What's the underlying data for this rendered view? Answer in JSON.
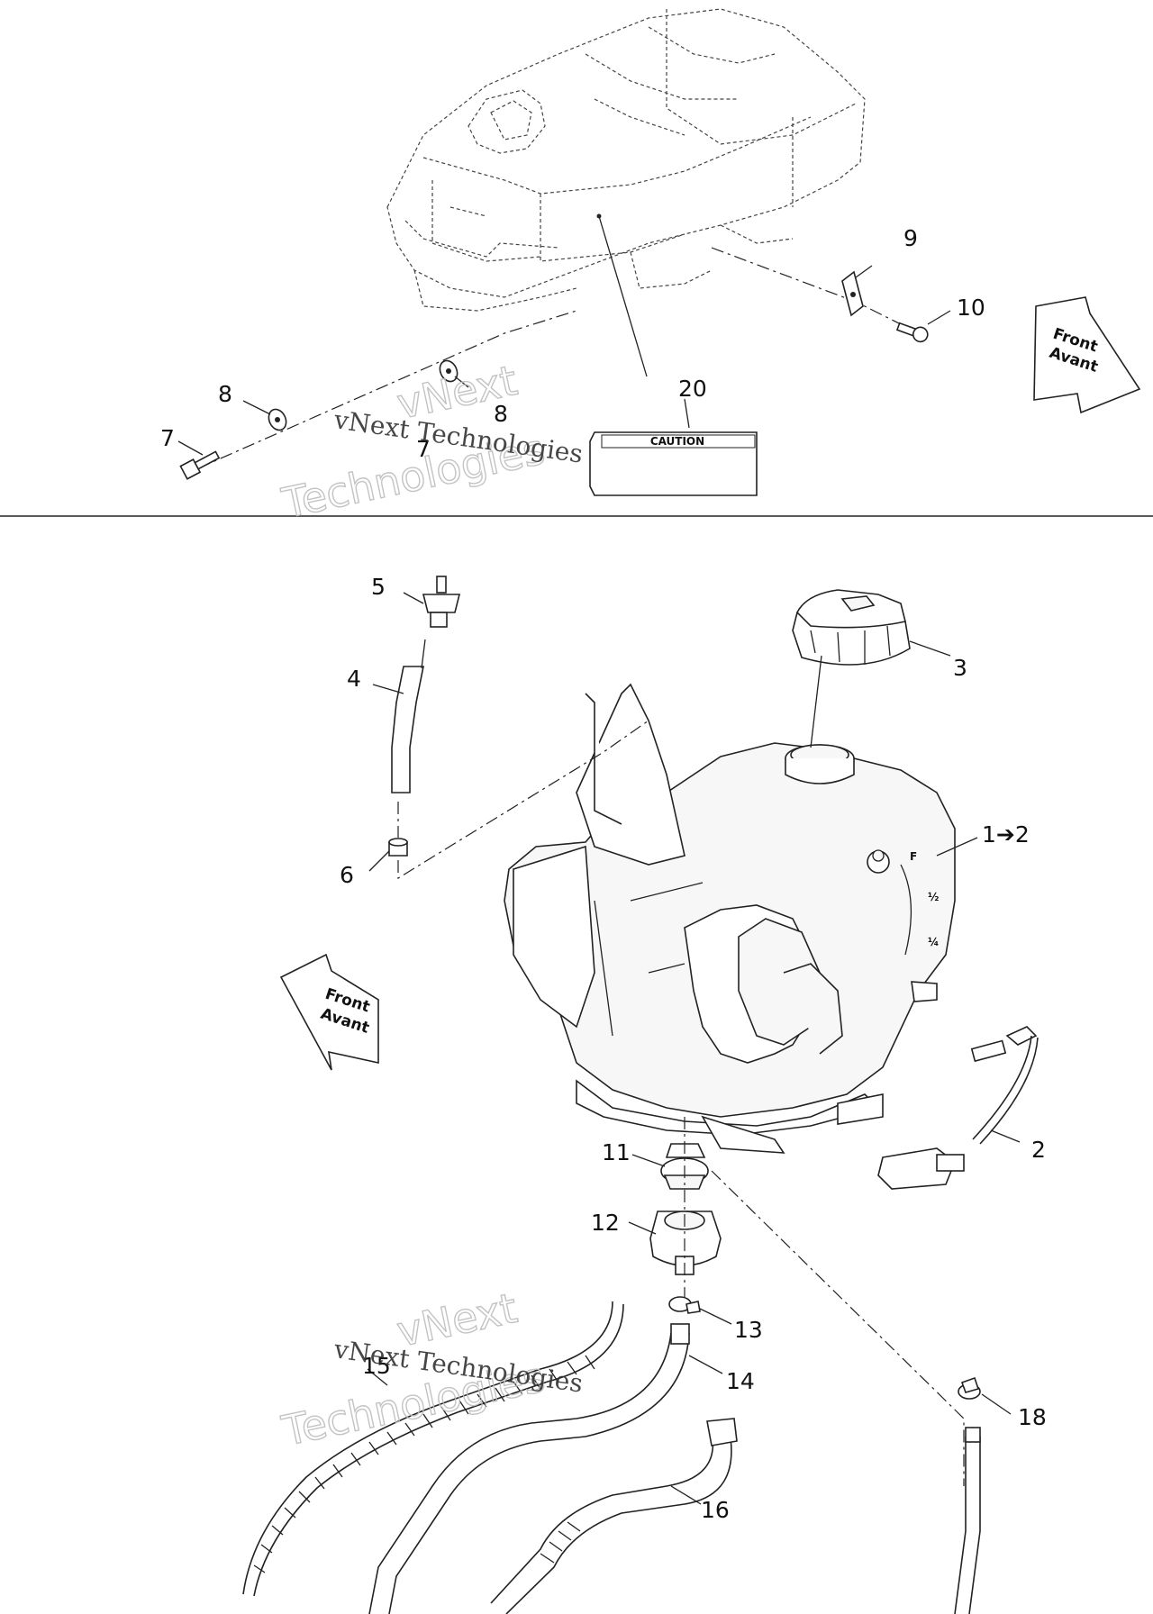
{
  "callouts": {
    "c1": "1➔2",
    "c2": "2",
    "c3": "3",
    "c4": "4",
    "c5": "5",
    "c6": "6",
    "c7a": "7",
    "c7b": "7",
    "c8a": "8",
    "c8b": "8",
    "c9": "9",
    "c10": "10",
    "c11": "11",
    "c12": "12",
    "c13": "13",
    "c14": "14",
    "c15": "15",
    "c16": "16",
    "c18": "18",
    "c20": "20"
  },
  "direction_arrows": {
    "top_right_line1": "Front",
    "top_right_line2": "Avant",
    "left_line1": "Front",
    "left_line2": "Avant"
  },
  "caution_label": {
    "text": "CAUTION"
  },
  "gauge_marks": {
    "f": "F",
    "half": "½",
    "quarter": "¼"
  },
  "watermark": {
    "line1": "vNext",
    "line2": "Technologies",
    "mono": "vNext Technologies"
  },
  "colors": {
    "line": "#222222",
    "watermark": "#bdbdbd",
    "background": "#ffffff"
  }
}
